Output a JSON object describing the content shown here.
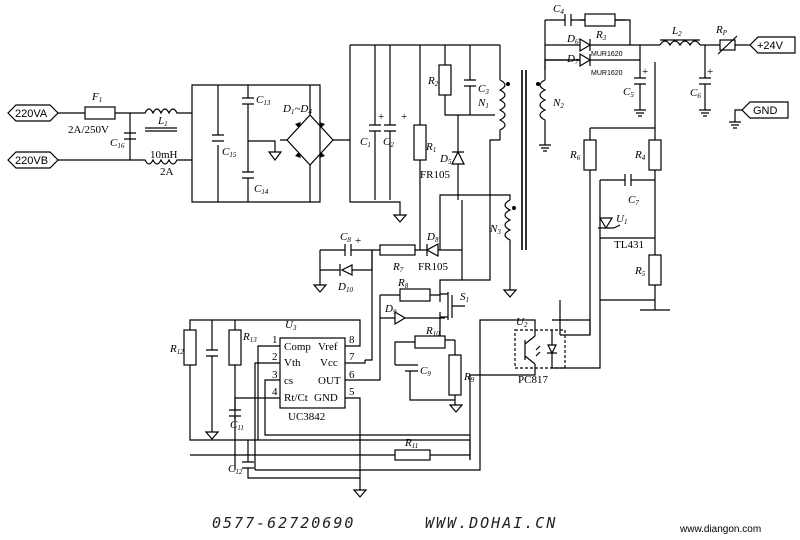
{
  "terminals": {
    "ac_a": "220VA",
    "ac_b": "220VB",
    "out_pos": "+24V",
    "gnd": "GND"
  },
  "fuse": {
    "ref": "F",
    "ref_sub": "1",
    "rating": "2A/250V"
  },
  "choke": {
    "ref": "L",
    "ref_sub": "1",
    "value": "10mH",
    "current": "2A"
  },
  "bridge": {
    "ref": "D",
    "sub_a": "1",
    "sep": "~D",
    "sub_b": "4"
  },
  "caps": {
    "c1": "1",
    "c2": "2",
    "c3": "3",
    "c4": "4",
    "c5": "5",
    "c6": "6",
    "c7": "7",
    "c8": "8",
    "c9": "9",
    "c11": "11",
    "c12": "12",
    "c13": "13",
    "c14": "14",
    "c15": "15",
    "c16": "16"
  },
  "resistors": {
    "r1": "1",
    "r2": "2",
    "r3": "3",
    "r4": "4",
    "r5": "5",
    "r6": "6",
    "r7": "7",
    "r8": "8",
    "r9": "9",
    "r10": "10",
    "r11": "11",
    "r12": "12",
    "r13": "13",
    "rp": "P"
  },
  "diodes": {
    "d5": "5",
    "d6": "6",
    "d7": "7",
    "d8": "8",
    "d9": "9",
    "d10": "10",
    "fr105_a": "FR105",
    "fr105_b": "FR105",
    "mur_a": "MUR1620",
    "mur_b": "MUR1620"
  },
  "windings": {
    "n1": "1",
    "n2": "2",
    "n3": "3"
  },
  "inductor_l2": "2",
  "mosfet": "1",
  "u1": {
    "sub": "1",
    "part": "TL431"
  },
  "u2": {
    "sub": "2",
    "part": "PC817"
  },
  "u3": {
    "sub": "3",
    "part": "UC3842",
    "pins": [
      {
        "num": "1",
        "name": "Comp"
      },
      {
        "num": "2",
        "name": "Vth"
      },
      {
        "num": "3",
        "name": "cs"
      },
      {
        "num": "4",
        "name": "Rt/Ct"
      },
      {
        "num": "8",
        "name": "Vref"
      },
      {
        "num": "7",
        "name": "Vcc"
      },
      {
        "num": "6",
        "name": "OUT"
      },
      {
        "num": "5",
        "name": "GND"
      }
    ]
  },
  "footer": {
    "phone": "0577-62720690",
    "site": "WWW.DOHAI.CN",
    "watermark": "www.diangon.com"
  }
}
